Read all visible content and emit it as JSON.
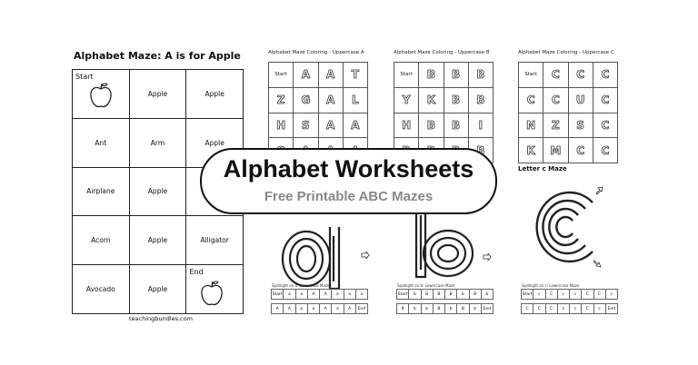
{
  "main_worksheet": {
    "title": "Alphabet Maze: A is for Apple",
    "rows": [
      [
        "Start",
        "Apple",
        "Apple"
      ],
      [
        "Ant",
        "Arm",
        "Apple"
      ],
      [
        "Airplane",
        "Apple",
        ""
      ],
      [
        "Acorn",
        "Apple",
        "Alligator"
      ],
      [
        "Avocado",
        "Apple",
        "End"
      ]
    ],
    "footer": "teachingbundles.com"
  },
  "worksheets": [
    {
      "title": "Alphabet Maze Coloring - Uppercase A",
      "grid": [
        [
          "Start",
          "A",
          "A",
          "T"
        ],
        [
          "Z",
          "G",
          "A",
          "L"
        ],
        [
          "H",
          "S",
          "A",
          "A"
        ],
        [
          "O",
          "A",
          "A",
          "A"
        ]
      ],
      "spotlight": "Spotlight on a: Lowercase Maze",
      "row1": [
        "Start",
        "a",
        "a",
        "A",
        "A",
        "a",
        "a",
        "a"
      ],
      "row2": [
        "A",
        "A",
        "a",
        "a",
        "A",
        "a",
        "A",
        "End"
      ]
    },
    {
      "title": "Alphabet Maze Coloring - Uppercase B",
      "grid": [
        [
          "Start",
          "B",
          "B",
          "B"
        ],
        [
          "Y",
          "K",
          "B",
          "B"
        ],
        [
          "H",
          "B",
          "B",
          "I"
        ],
        [
          "B",
          "B",
          "B",
          "B"
        ]
      ],
      "spotlight": "Spotlight on b: Lowercase Maze",
      "row1": [
        "Start",
        "b",
        "B",
        "B",
        "B",
        "b",
        "B",
        "b"
      ],
      "row2": [
        "B",
        "b",
        "b",
        "B",
        "b",
        "B",
        "b",
        "End"
      ]
    },
    {
      "title": "Alphabet Maze Coloring - Uppercase C",
      "grid": [
        [
          "Start",
          "C",
          "C",
          "C"
        ],
        [
          "C",
          "C",
          "U",
          "C"
        ],
        [
          "N",
          "Z",
          "S",
          "C"
        ],
        [
          "K",
          "M",
          "C",
          "C"
        ]
      ],
      "subtitle": "Letter c Maze",
      "spotlight": "Spotlight on c: Lowercase Maze",
      "row1": [
        "Start",
        "c",
        "C",
        "c",
        "c",
        "C",
        "C",
        "c"
      ],
      "row2": [
        "C",
        "C",
        "C",
        "c",
        "c",
        "C",
        "c",
        "End"
      ]
    }
  ],
  "banner": {
    "title": "Alphabet Worksheets",
    "subtitle": "Free Printable ABC Mazes"
  }
}
